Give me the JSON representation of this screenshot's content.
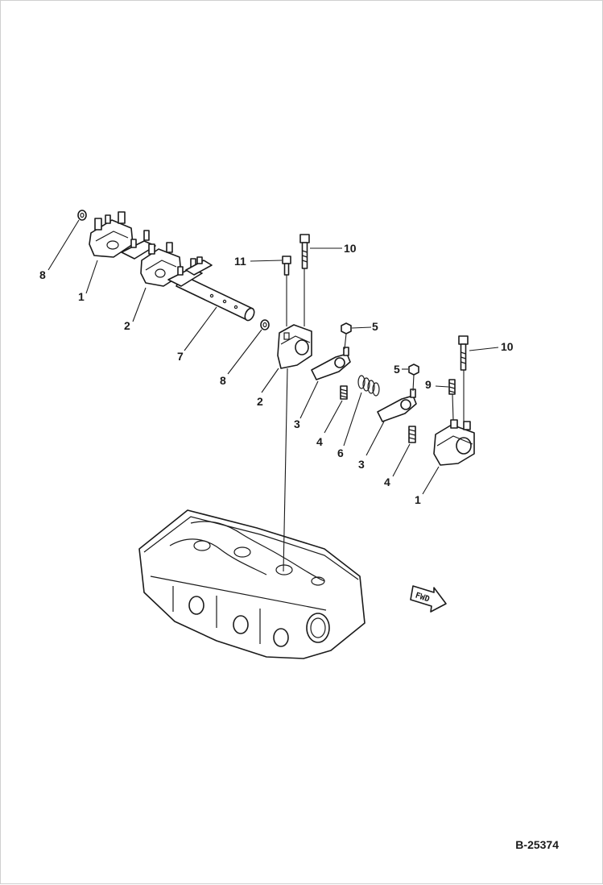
{
  "drawing_number": "B-25374",
  "fwd_label": "FWD",
  "callouts": {
    "c1": "8",
    "c2": "1",
    "c3": "2",
    "c4": "7",
    "c5": "8",
    "c6": "11",
    "c7": "10",
    "c8": "2",
    "c9": "5",
    "c10": "3",
    "c11": "4",
    "c12": "6",
    "c13": "5",
    "c14": "3",
    "c15": "4",
    "c16": "9",
    "c17": "10",
    "c18": "1"
  }
}
